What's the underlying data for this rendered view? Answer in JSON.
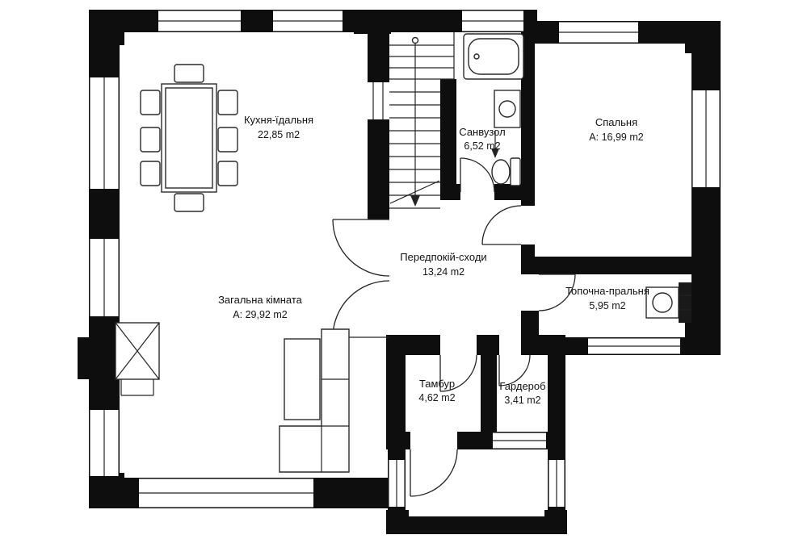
{
  "plan": {
    "wall_color": "#0e0e0e",
    "line_color": "#232323",
    "background": "#ffffff"
  },
  "icons": {
    "stairs_direction": "arrow-down",
    "bathroom_arrow": "arrow-down"
  },
  "rooms": [
    {
      "name": "Кухня-їдальня",
      "area": "22,85 m2"
    },
    {
      "name": "Спальня",
      "area": "A: 16,99 m2"
    },
    {
      "name": "Санвузол",
      "area": "6,52 m2"
    },
    {
      "name": "Передпокій-сходи",
      "area": "13,24 m2"
    },
    {
      "name": "Загальна кімната",
      "area": "A: 29,92 m2"
    },
    {
      "name": "Топочна-пральня",
      "area": "5,95 m2"
    },
    {
      "name": "Тамбур",
      "area": "4,62 m2"
    },
    {
      "name": "Гардероб",
      "area": "3,41 m2"
    }
  ]
}
